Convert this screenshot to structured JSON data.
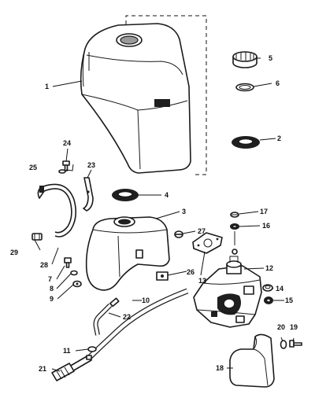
{
  "diagram": {
    "callouts": [
      {
        "label": "1"
      },
      {
        "label": "2"
      },
      {
        "label": "3"
      },
      {
        "label": "4"
      },
      {
        "label": "5"
      },
      {
        "label": "6"
      },
      {
        "label": "7"
      },
      {
        "label": "8"
      },
      {
        "label": "9"
      },
      {
        "label": "10"
      },
      {
        "label": "11"
      },
      {
        "label": "12"
      },
      {
        "label": "13"
      },
      {
        "label": "14"
      },
      {
        "label": "15"
      },
      {
        "label": "16"
      },
      {
        "label": "17"
      },
      {
        "label": "18"
      },
      {
        "label": "19"
      },
      {
        "label": "20"
      },
      {
        "label": "21"
      },
      {
        "label": "22"
      },
      {
        "label": "23"
      },
      {
        "label": "24"
      },
      {
        "label": "25"
      },
      {
        "label": "26"
      },
      {
        "label": "27"
      },
      {
        "label": "28"
      },
      {
        "label": "29"
      }
    ]
  }
}
